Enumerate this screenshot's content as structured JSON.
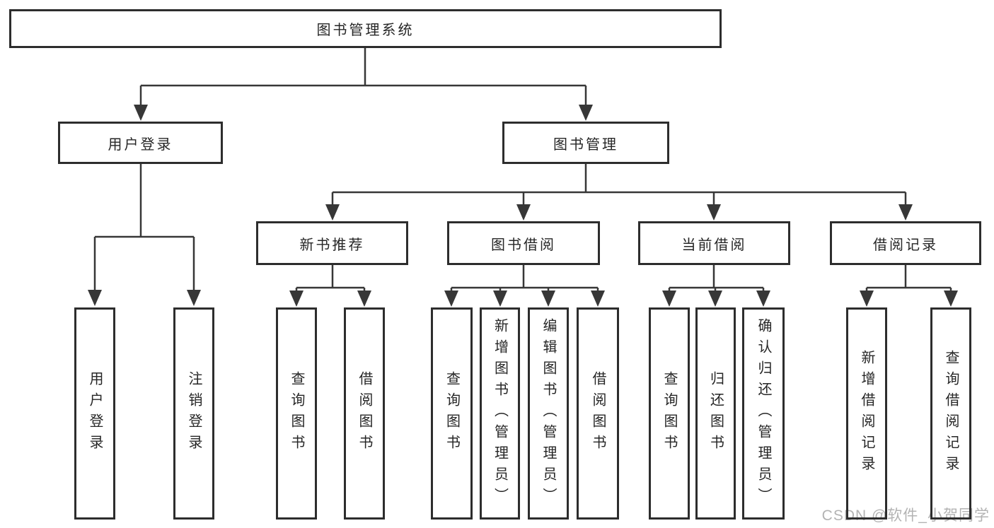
{
  "diagram": {
    "tree": {
      "label": "图书管理系统",
      "children": [
        {
          "label": "用户登录",
          "children": [
            {
              "label": "用户登录"
            },
            {
              "label": "注销登录"
            }
          ]
        },
        {
          "label": "图书管理",
          "children": [
            {
              "label": "新书推荐",
              "children": [
                {
                  "label": "查询图书"
                },
                {
                  "label": "借阅图书"
                }
              ]
            },
            {
              "label": "图书借阅",
              "children": [
                {
                  "label": "查询图书"
                },
                {
                  "label": "新增图书（管理员）"
                },
                {
                  "label": "编辑图书（管理员）"
                },
                {
                  "label": "借阅图书"
                }
              ]
            },
            {
              "label": "当前借阅",
              "children": [
                {
                  "label": "查询图书"
                },
                {
                  "label": "归还图书"
                },
                {
                  "label": "确认归还（管理员）"
                }
              ]
            },
            {
              "label": "借阅记录",
              "children": [
                {
                  "label": "新增借阅记录"
                },
                {
                  "label": "查询借阅记录"
                }
              ]
            }
          ]
        }
      ]
    },
    "colors": {
      "line": "#373737",
      "box_border": "#2d2d2d",
      "text": "#262626",
      "background": "#ffffff",
      "watermark": "#b3b3b3"
    }
  },
  "watermark": {
    "text": "CSDN @软件_小贺同学"
  }
}
